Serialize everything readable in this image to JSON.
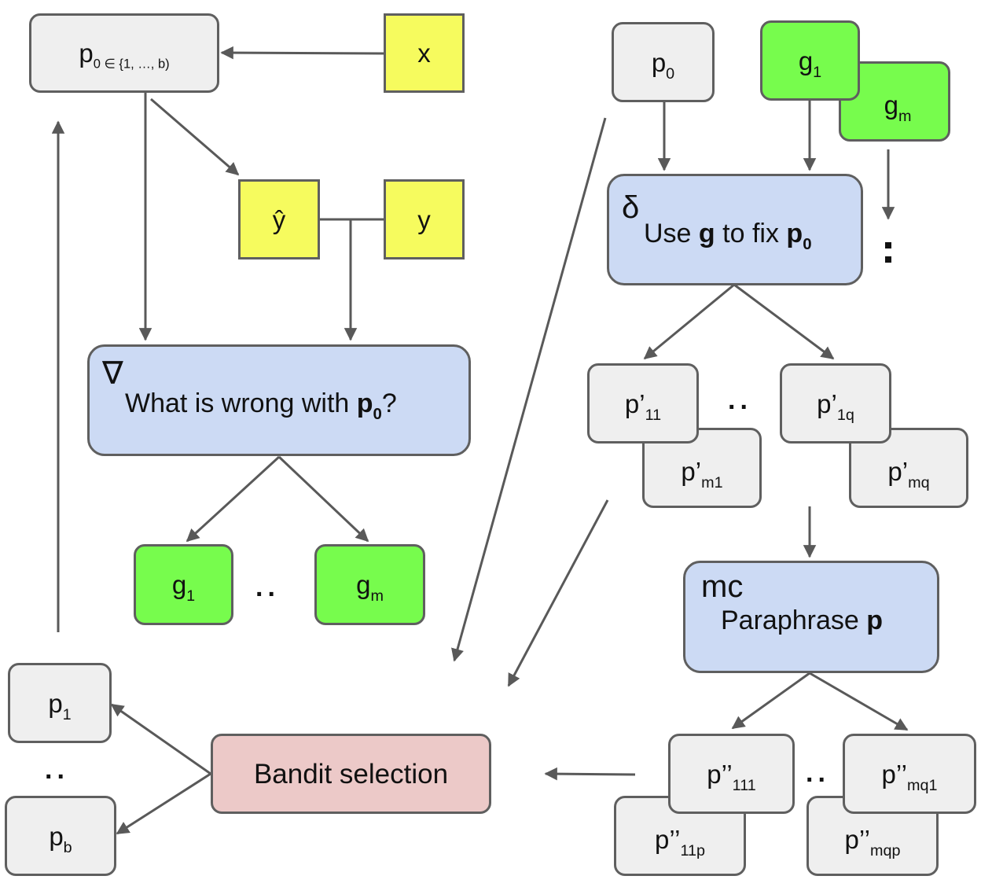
{
  "nodes": {
    "p0_set": {
      "base": "p",
      "sub": "0 ∈ {1, …, b)"
    },
    "x": {
      "label": "x"
    },
    "yhat": {
      "label": "ŷ"
    },
    "y": {
      "label": "y"
    },
    "grad": {
      "symbol": "∇",
      "pre": "What is wrong with ",
      "bold": "p",
      "bold_sub": "0",
      "post": "?"
    },
    "g1_left": {
      "base": "g",
      "sub": "1"
    },
    "gm_left": {
      "base": "g",
      "sub": "m"
    },
    "p0_right": {
      "base": "p",
      "sub": "0"
    },
    "g1_right": {
      "base": "g",
      "sub": "1"
    },
    "gm_right": {
      "base": "g",
      "sub": "m"
    },
    "delta": {
      "symbol": "δ",
      "pre": "Use ",
      "bold1": "g",
      "mid": " to fix ",
      "bold2": "p",
      "bold2_sub": "0"
    },
    "p11": {
      "base": "p’",
      "sub": "11"
    },
    "pm1": {
      "base": "p’",
      "sub": "m1"
    },
    "p1q": {
      "base": "p’",
      "sub": "1q"
    },
    "pmq": {
      "base": "p’",
      "sub": "mq"
    },
    "mc": {
      "symbol": "mc",
      "pre": "Paraphrase ",
      "bold": "p"
    },
    "p111": {
      "base": "p’’",
      "sub": "111"
    },
    "p11p": {
      "base": "p’’",
      "sub": "11p"
    },
    "pmq1": {
      "base": "p’’",
      "sub": "mq1"
    },
    "pmqp": {
      "base": "p’’",
      "sub": "mqp"
    },
    "p1": {
      "base": "p",
      "sub": "1"
    },
    "pb": {
      "base": "p",
      "sub": "b"
    },
    "bandit": {
      "label": "Bandit selection"
    }
  },
  "ellipsis": "..",
  "colors": {
    "gray": "#efefef",
    "green": "#77fc4d",
    "yellow": "#f6fb5e",
    "blue": "#ccdaf4",
    "pink": "#ecc9c8",
    "border": "#5f5f5f",
    "arrow": "#595959"
  }
}
